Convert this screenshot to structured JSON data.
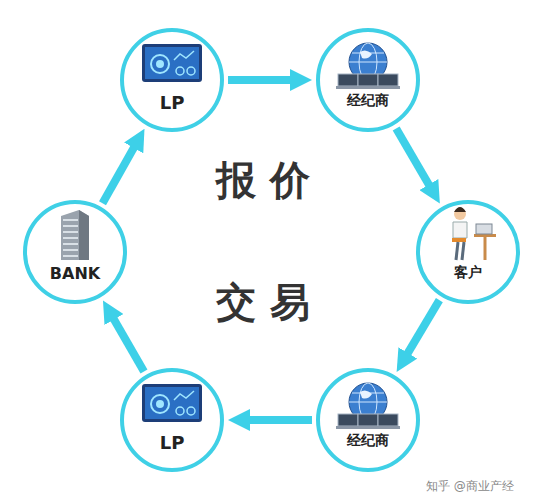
{
  "diagram": {
    "nodes": [
      {
        "text": [
          "LP"
        ]
      },
      {
        "text": [
          "经纪商"
        ]
      },
      {
        "text": [
          "客户"
        ]
      },
      {
        "text": [
          "经纪商"
        ]
      },
      {
        "text": [
          "LP"
        ]
      },
      {
        "text": [
          "BANK"
        ]
      }
    ],
    "edges": [
      {
        "from": 0,
        "to": 1,
        "arrow": "to"
      },
      {
        "from": 1,
        "to": 2,
        "arrow": "to"
      },
      {
        "from": 2,
        "to": 3,
        "arrow": "to"
      },
      {
        "from": 3,
        "to": 4,
        "arrow": "to"
      },
      {
        "from": 4,
        "to": 5,
        "arrow": "to"
      },
      {
        "from": 5,
        "to": 0,
        "arrow": "to"
      }
    ],
    "labels": [
      "报价",
      "交易",
      "知乎 @商业产经"
    ]
  }
}
